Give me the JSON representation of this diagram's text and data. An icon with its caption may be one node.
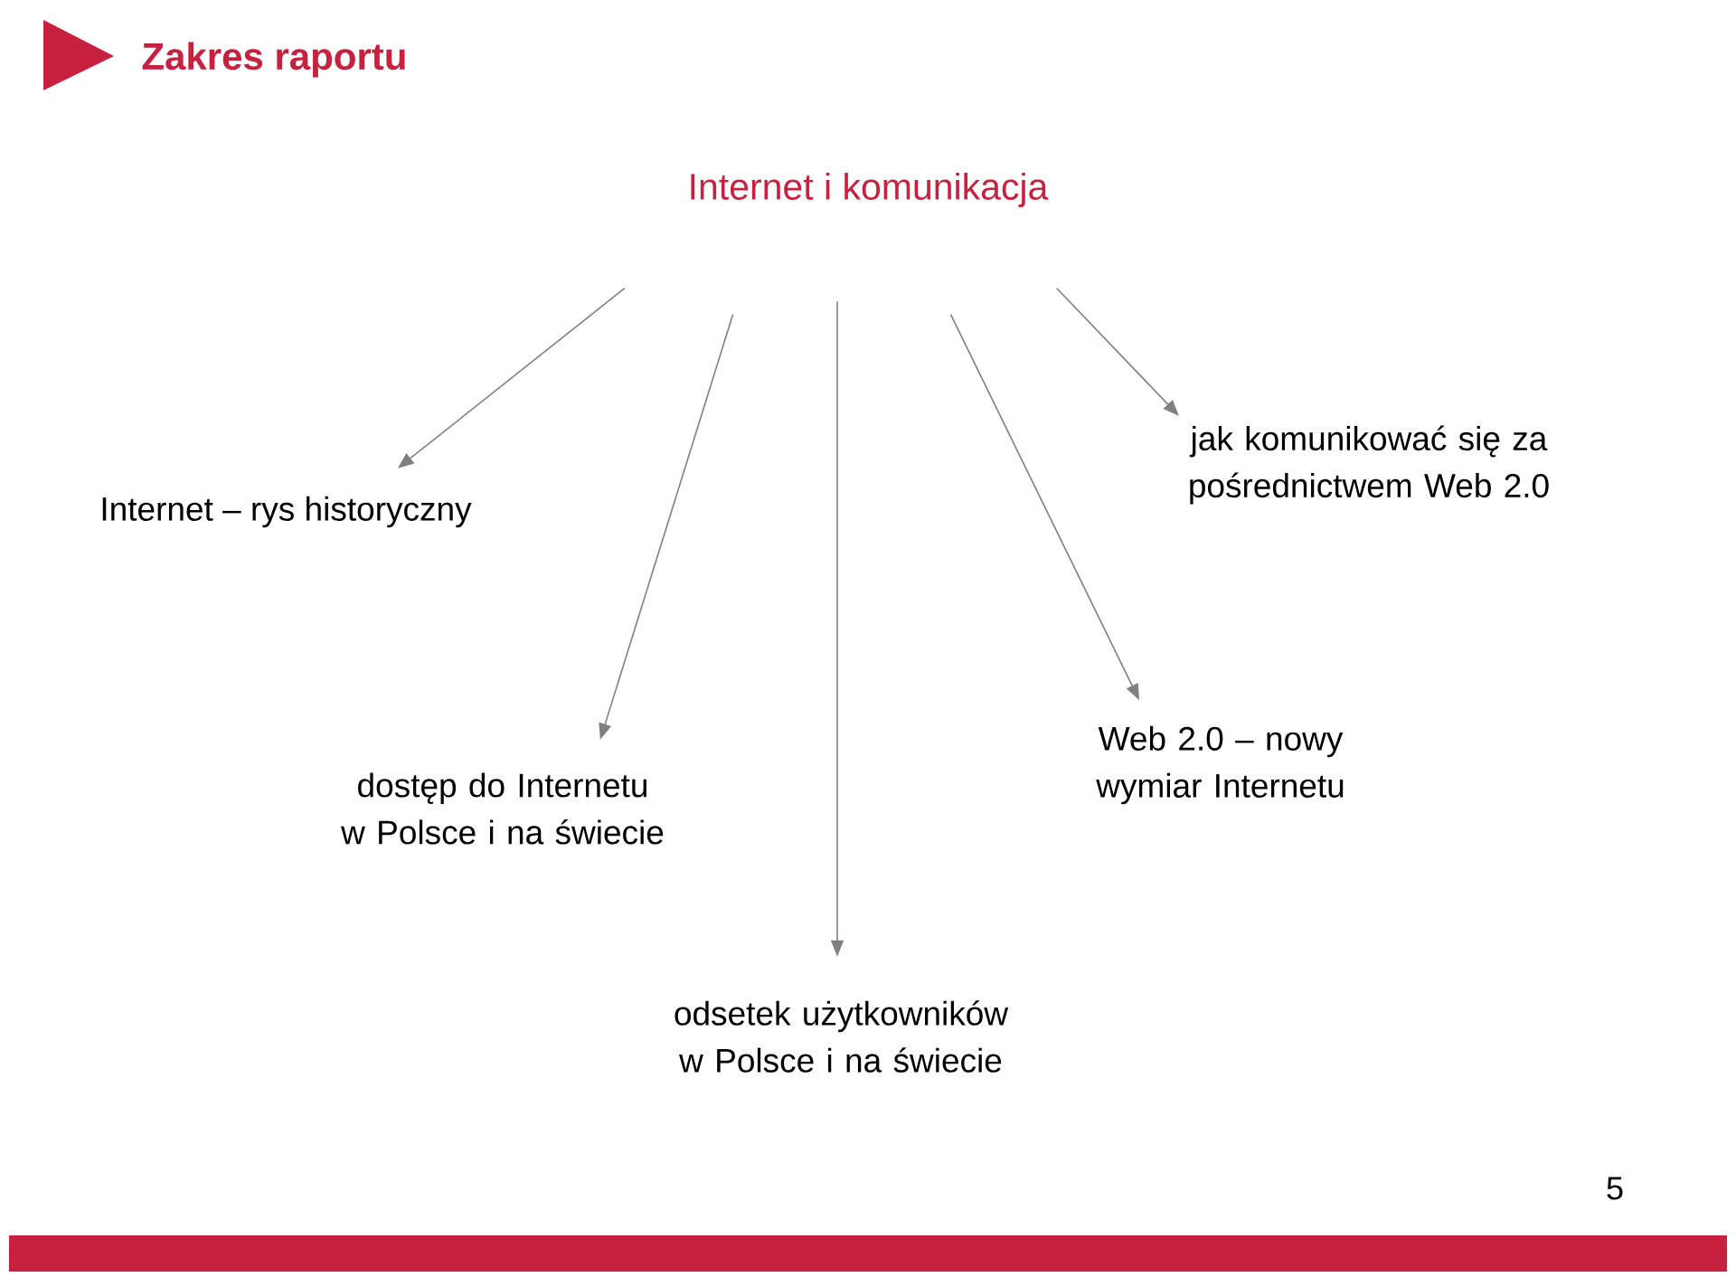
{
  "diagram": {
    "title": "Zakres raportu",
    "nodes": [
      {
        "text": [
          "Internet i komunikacja"
        ]
      },
      {
        "text": [
          "Internet – rys historyczny"
        ]
      },
      {
        "text": [
          "jak komunikować się za pośrednictwem Web 2.0"
        ]
      },
      {
        "text": [
          "dostęp do Internetu w Polsce i na świecie"
        ]
      },
      {
        "text": [
          "Web 2.0 – nowy wymiar Internetu"
        ]
      },
      {
        "text": [
          "odsetek użytkowników w Polsce i na świecie"
        ]
      }
    ],
    "edges": [
      {
        "from": 0,
        "to": 1,
        "arrow": "to"
      },
      {
        "from": 0,
        "to": 3,
        "arrow": "to"
      },
      {
        "from": 0,
        "to": 5,
        "arrow": "to"
      },
      {
        "from": 0,
        "to": 4,
        "arrow": "to"
      },
      {
        "from": 0,
        "to": 2,
        "arrow": "to"
      }
    ],
    "labels": [
      "5"
    ]
  }
}
